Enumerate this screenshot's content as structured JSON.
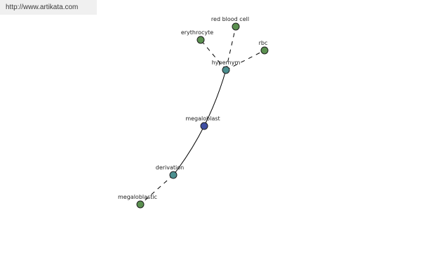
{
  "watermark": "http://www.artikata.com",
  "colors": {
    "center": "#3f4fa3",
    "relation": "#4b8f8f",
    "word": "#5b9050"
  },
  "nodes": [
    {
      "id": "megaloblast",
      "label": "megaloblast",
      "kind": "center"
    },
    {
      "id": "hypernym",
      "label": "hypernym",
      "kind": "relation"
    },
    {
      "id": "derivation",
      "label": "derivation",
      "kind": "relation"
    },
    {
      "id": "erythrocyte",
      "label": "erythrocyte",
      "kind": "word"
    },
    {
      "id": "red_blood_cell",
      "label": "red blood cell",
      "kind": "word"
    },
    {
      "id": "rbc",
      "label": "rbc",
      "kind": "word"
    },
    {
      "id": "megaloblastic",
      "label": "megaloblastic",
      "kind": "word"
    }
  ],
  "edges": [
    {
      "from": "megaloblast",
      "to": "hypernym",
      "style": "solid"
    },
    {
      "from": "megaloblast",
      "to": "derivation",
      "style": "solid"
    },
    {
      "from": "hypernym",
      "to": "erythrocyte",
      "style": "dashed"
    },
    {
      "from": "hypernym",
      "to": "red_blood_cell",
      "style": "dashed"
    },
    {
      "from": "hypernym",
      "to": "rbc",
      "style": "dashed"
    },
    {
      "from": "derivation",
      "to": "megaloblastic",
      "style": "dashed"
    }
  ]
}
